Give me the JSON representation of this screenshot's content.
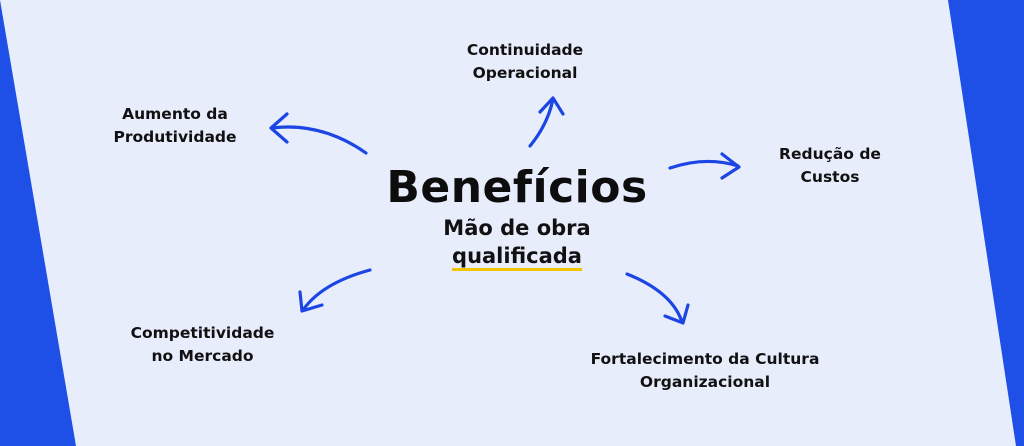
{
  "diagram": {
    "title": "Benefícios",
    "subtitle": {
      "line1": "Mão de obra",
      "line2": "qualificada"
    },
    "benefits": [
      {
        "id": "continuidade",
        "line1": "Continuidade",
        "line2": "Operacional"
      },
      {
        "id": "produtividade",
        "line1": "Aumento da",
        "line2": "Produtividade"
      },
      {
        "id": "custos",
        "line1": "Redução de",
        "line2": "Custos"
      },
      {
        "id": "competitividade",
        "line1": "Competitividade",
        "line2": "no Mercado"
      },
      {
        "id": "cultura",
        "line1": "Fortalecimento da Cultura",
        "line2": "Organizacional"
      }
    ]
  },
  "colors": {
    "accent_blue": "#1e4fe6",
    "panel": "#e8edfc",
    "arrow": "#1b45e4",
    "underline": "#f2c300",
    "text": "#111111"
  }
}
